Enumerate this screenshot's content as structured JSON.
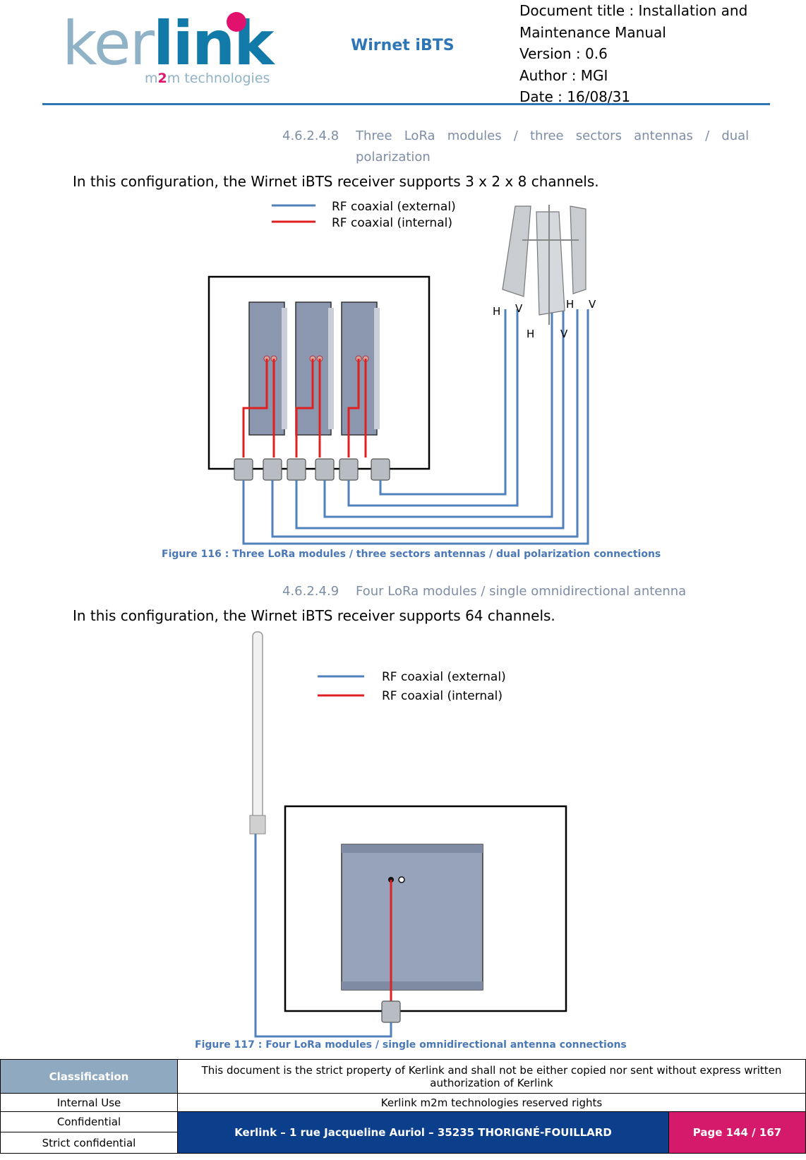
{
  "header": {
    "logo_text_part1": "ker",
    "logo_text_part2": "link",
    "logo_tagline_1": "m",
    "logo_tagline_2": "2",
    "logo_tagline_3": "m technologies",
    "product": "Wirnet iBTS",
    "doc_title_line1": "Document title : Installation and",
    "doc_title_line2": "Maintenance Manual",
    "version": "Version : 0.6",
    "author": "Author : MGI",
    "date": "Date : 16/08/31"
  },
  "section1": {
    "number": "4.6.2.4.8",
    "title_line1": "Three   LoRa   modules   /   three   sectors   antennas   /   dual",
    "title_line2": "polarization",
    "paragraph": "In this configuration, the Wirnet iBTS receiver supports 3 x 2 x 8 channels.",
    "legend_external": "RF coaxial (external)",
    "legend_internal": "RF coaxial (internal)",
    "antenna_labels": [
      "H",
      "V",
      "H",
      "V",
      "H",
      "V"
    ],
    "caption": "Figure 116 : Three LoRa modules / three sectors antennas / dual polarization connections"
  },
  "section2": {
    "number": "4.6.2.4.9",
    "title": "Four LoRa modules / single omnidirectional antenna",
    "paragraph": "In this configuration, the Wirnet iBTS receiver supports 64 channels.",
    "legend_external": "RF coaxial (external)",
    "legend_internal": "RF coaxial (internal)",
    "caption": "Figure 117 : Four LoRa modules / single omnidirectional antenna connections"
  },
  "footer": {
    "classification": "Classification",
    "notice": "This document is the strict property of Kerlink and shall not be either copied nor sent without express written authorization of Kerlink",
    "internal_use": "Internal Use",
    "rights": "Kerlink m2m technologies reserved rights",
    "confidential": "Confidential",
    "address": "Kerlink – 1 rue Jacqueline Auriol – 35235 THORIGNÉ-FOUILLARD",
    "page": "Page 144 / 167",
    "strict_confidential": "Strict confidential"
  },
  "colors": {
    "external_cable": "#4f81bd",
    "internal_cable": "#e02020",
    "heading": "#7d8da6",
    "caption": "#4a78b6",
    "accent_blue": "#2e75b6",
    "accent_pink": "#d51a6b",
    "footer_navy": "#0b3f8c"
  }
}
